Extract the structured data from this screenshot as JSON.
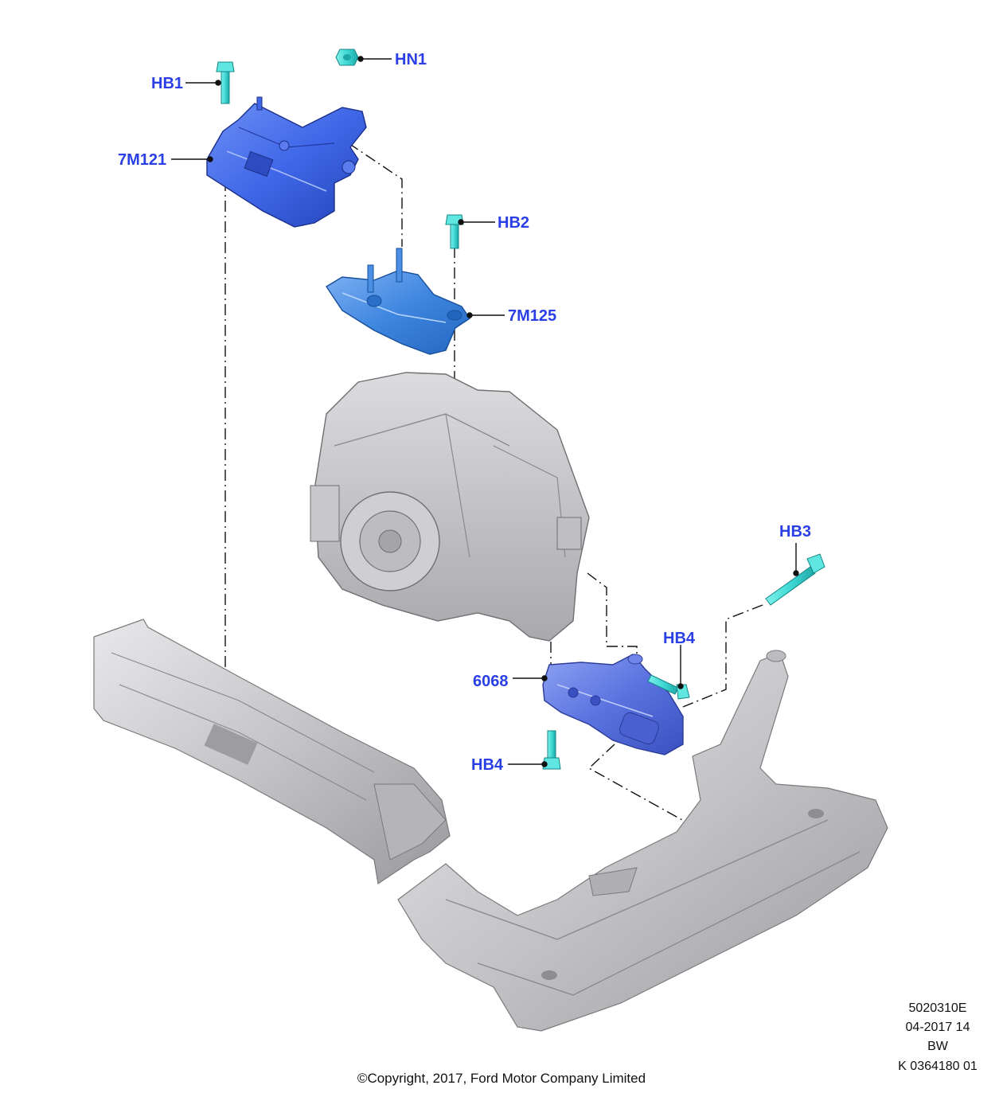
{
  "callouts": {
    "hb1": "HB1",
    "hn1": "HN1",
    "m121": "7M121",
    "hb2": "HB2",
    "m125": "7M125",
    "hb3": "HB3",
    "hb4_upper": "HB4",
    "m6068": "6068",
    "hb4_lower": "HB4"
  },
  "document_info": {
    "code": "5020310E",
    "date": "04-2017 14",
    "variant": "BW",
    "reference": "K 0364180 01"
  },
  "copyright": "©Copyright, 2017, Ford Motor Company Limited",
  "colors": {
    "callout_text": "#2a3fe6",
    "mount_blue": "#3f67e8",
    "bracket_blue": "#3e86e0",
    "fastener_cyan": "#3fd8d4",
    "structure_gray": "#c9c9cc",
    "transmission_gray": "#d6d6d6"
  }
}
